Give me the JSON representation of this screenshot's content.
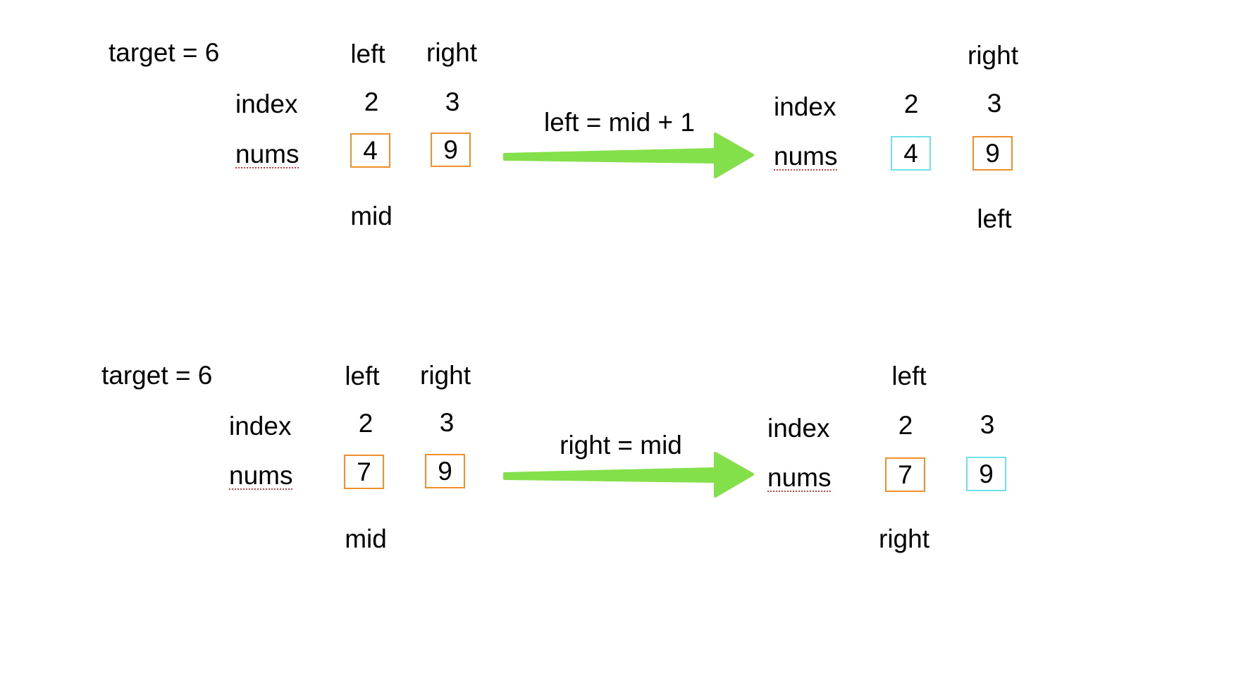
{
  "colors": {
    "pointer_box": "#f0902c",
    "excluded_box": "#6fe3ec",
    "arrow": "#84e04a"
  },
  "scenarios": [
    {
      "target_label": "target = 6",
      "before": {
        "top_labels": [
          "left",
          "right"
        ],
        "index_label": "index",
        "nums_label": "nums",
        "indices": [
          "2",
          "3"
        ],
        "values": [
          "4",
          "9"
        ],
        "bottom_labels": [
          "mid",
          ""
        ]
      },
      "operation": "left = mid + 1",
      "after": {
        "top_labels": [
          "",
          "right"
        ],
        "index_label": "index",
        "nums_label": "nums",
        "indices": [
          "2",
          "3"
        ],
        "values": [
          "4",
          "9"
        ],
        "bottom_labels": [
          "",
          "left"
        ],
        "excluded_cell": 0
      }
    },
    {
      "target_label": "target = 6",
      "before": {
        "top_labels": [
          "left",
          "right"
        ],
        "index_label": "index",
        "nums_label": "nums",
        "indices": [
          "2",
          "3"
        ],
        "values": [
          "7",
          "9"
        ],
        "bottom_labels": [
          "mid",
          ""
        ]
      },
      "operation": "right = mid",
      "after": {
        "top_labels": [
          "left",
          ""
        ],
        "index_label": "index",
        "nums_label": "nums",
        "indices": [
          "2",
          "3"
        ],
        "values": [
          "7",
          "9"
        ],
        "bottom_labels": [
          "right",
          ""
        ],
        "excluded_cell": 1
      }
    }
  ]
}
